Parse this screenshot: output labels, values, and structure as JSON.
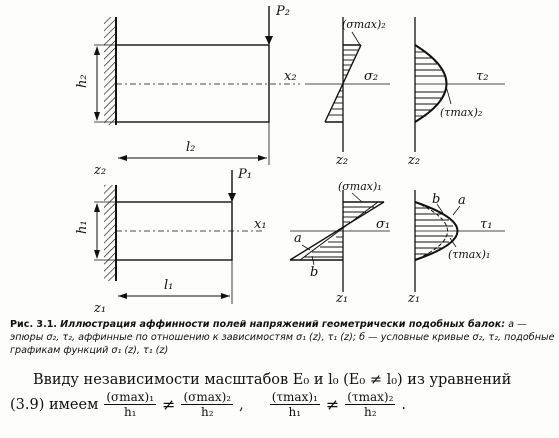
{
  "figure": {
    "labels": {
      "p2": "P₂",
      "h2": "h₂",
      "x2": "x₂",
      "l2": "l₂",
      "z2_beam": "z₂",
      "sigma_max2": "(σmax)₂",
      "sigma2": "σ₂",
      "z2_sigma": "z₂",
      "tau2": "τ₂",
      "tau_max2": "(τmax)₂",
      "z2_tau": "z₂",
      "p1": "P₁",
      "h1": "h₁",
      "x1": "x₁",
      "l1": "l₁",
      "z1_beam": "z₁",
      "sigma_max1": "(σmax)₁",
      "sigma1": "σ₁",
      "a_sigma": "a",
      "b_sigma": "b",
      "z1_sigma": "z₁",
      "b_tau": "b",
      "a_tau": "a",
      "tau1": "τ₁",
      "tau_max1": "(τmax)₁",
      "z1_tau": "z₁"
    }
  },
  "caption": {
    "label": "Рис. 3.1.",
    "title": "Иллюстрация аффинности полей напряжений геометрически подобных балок:",
    "rest": "а — эпюры σ₂, τ₂, аффинные по отношению к зависимостям σ₁ (z), τ₁ (z); б — условные кривые σ₂, τ₂, подобные графикам функций σ₁ (z), τ₁ (z)"
  },
  "body": {
    "line1": "Ввиду независимости масштабов E₀ и l₀ (E₀ ≠ l₀) из уравнений",
    "line2_prefix": "(3.9)  имеем",
    "frac1_num": "(σmax)₁",
    "frac1_den": "h₁",
    "frac2_num": "(σmax)₂",
    "frac2_den": "h₂",
    "frac3_num": "(τmax)₁",
    "frac3_den": "h₁",
    "frac4_num": "(τmax)₂",
    "frac4_den": "h₂",
    "neq": "≠",
    "sep": ",",
    "end": "."
  }
}
